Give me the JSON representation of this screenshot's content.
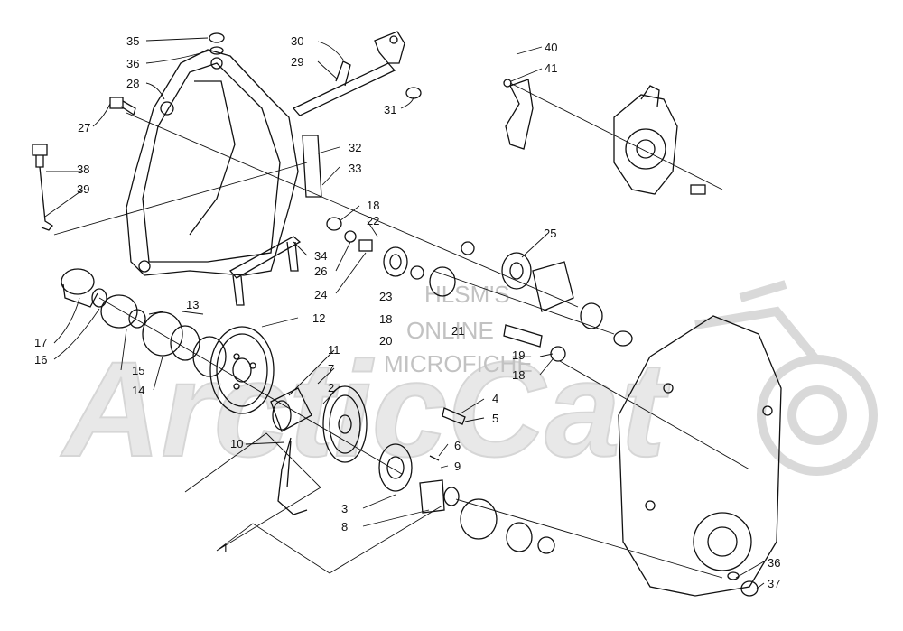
{
  "watermark": {
    "brand": "ArcticCat",
    "lines": [
      "HLSM'S",
      "ONLINE",
      "MICROFICHE"
    ]
  },
  "colors": {
    "ink": "#111111",
    "watermark_fill": "#e6e6e6",
    "watermark_text": "#b9b9b9"
  },
  "callouts": {
    "c1": "1",
    "c2": "2",
    "c3": "3",
    "c4": "4",
    "c5": "5",
    "c6": "6",
    "c7": "7",
    "c8": "8",
    "c9": "9",
    "c10": "10",
    "c11": "11",
    "c12": "12",
    "c13": "13",
    "c14": "14",
    "c15": "15",
    "c16": "16",
    "c17": "17",
    "c18a": "18",
    "c18b": "18",
    "c18c": "18",
    "c19": "19",
    "c20": "20",
    "c21": "21",
    "c22": "22",
    "c23": "23",
    "c24": "24",
    "c25": "25",
    "c26": "26",
    "c27": "27",
    "c28": "28",
    "c29": "29",
    "c30": "30",
    "c31": "31",
    "c32": "32",
    "c33": "33",
    "c34": "34",
    "c35": "35",
    "c36a": "36",
    "c36b": "36",
    "c37": "37",
    "c38": "38",
    "c39": "39",
    "c40": "40",
    "c41": "41"
  }
}
